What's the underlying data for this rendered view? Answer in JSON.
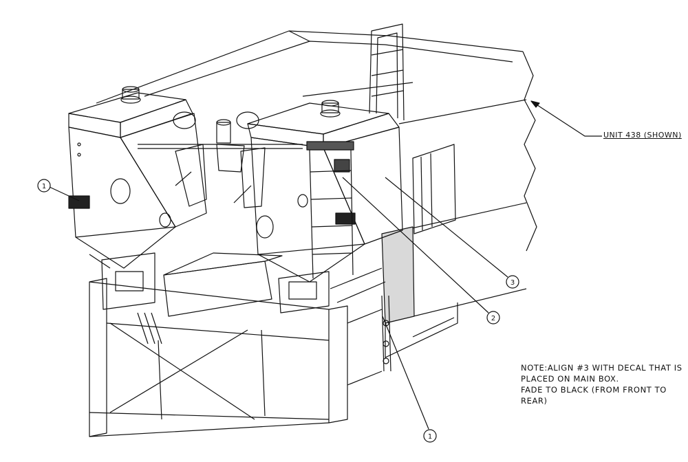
{
  "unit_label": "UNIT 438 (SHOWN)",
  "note_lines": [
    "NOTE:ALIGN #3 WITH DECAL THAT IS",
    "PLACED ON MAIN BOX.",
    "FADE TO BLACK (FROM FRONT TO",
    "REAR)"
  ],
  "callouts": [
    {
      "number": "1"
    },
    {
      "number": "2"
    },
    {
      "number": "3"
    },
    {
      "number": "1"
    }
  ],
  "colors": {
    "line": "#111111",
    "background": "#ffffff",
    "shade": "#555555"
  }
}
